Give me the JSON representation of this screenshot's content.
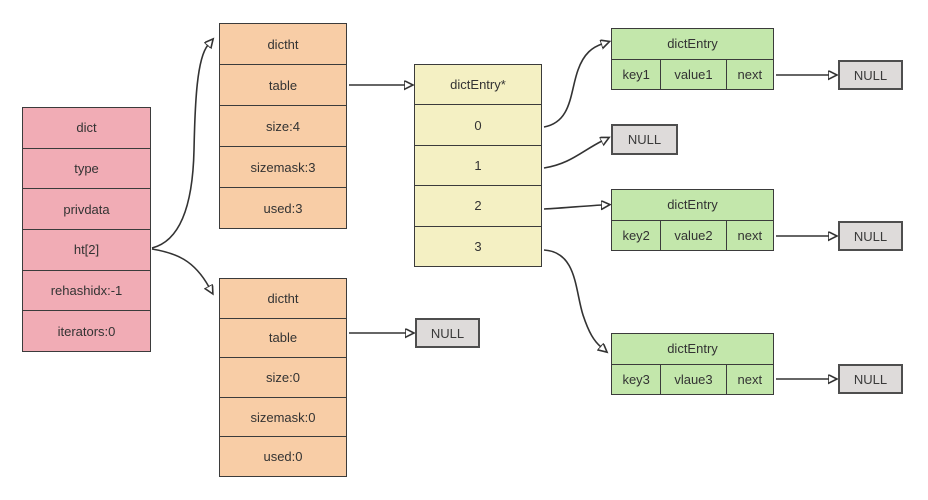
{
  "colors": {
    "dict_fill": "#f1acb5",
    "dictht_fill": "#f8cda6",
    "bucket_fill": "#f4f0c3",
    "entry_fill": "#c3e7ab",
    "null_fill": "#dedbda",
    "border": "#3b3b3b",
    "arrow": "#333333"
  },
  "dict": {
    "rows": [
      "dict",
      "type",
      "privdata",
      "ht[2]",
      "rehashidx:-1",
      "iterators:0"
    ]
  },
  "dictht_top": {
    "rows": [
      "dictht",
      "table",
      "size:4",
      "sizemask:3",
      "used:3"
    ]
  },
  "dictht_bottom": {
    "rows": [
      "dictht",
      "table",
      "size:0",
      "sizemask:0",
      "used:0"
    ]
  },
  "bucket": {
    "rows": [
      "dictEntry*",
      "0",
      "1",
      "2",
      "3"
    ]
  },
  "entries": [
    {
      "title": "dictEntry",
      "cells": [
        "key1",
        "value1",
        "next"
      ]
    },
    {
      "title": "dictEntry",
      "cells": [
        "key2",
        "value2",
        "next"
      ]
    },
    {
      "title": "dictEntry",
      "cells": [
        "key3",
        "vlaue3",
        "next"
      ]
    }
  ],
  "nulls": [
    "NULL",
    "NULL",
    "NULL",
    "NULL",
    "NULL"
  ]
}
